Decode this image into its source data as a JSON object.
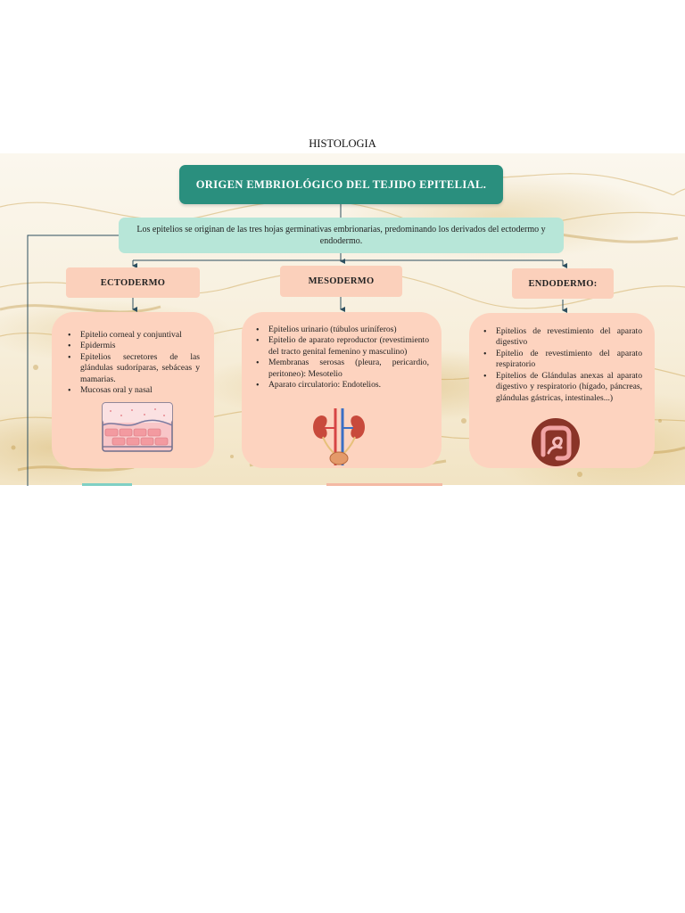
{
  "page_title": "HISTOLOGIA",
  "main_title": "ORIGEN EMBRIOLÓGICO DEL TEJIDO EPITELIAL.",
  "intro_text": "Los epitelios se originan de las tres hojas germinativas embrionarias, predominando los derivados del ectodermo y endodermo.",
  "branches": [
    {
      "label": "ECTODERMO",
      "items": [
        "Epitelio corneal y conjuntival",
        "Epidermis",
        "Epitelios secretores de las glándulas sudoríparas, sebáceas y mamarias.",
        "Mucosas oral y nasal"
      ],
      "illustration": "skin-tissue-icon"
    },
    {
      "label": "MESODERMO",
      "items": [
        "Epitelios urinario (túbulos uriníferos)",
        "Epitelio de aparato reproductor (revestimiento del tracto genital femenino y masculino)",
        "Membranas serosas (pleura, pericardio, peritoneo): Mesotelio",
        "Aparato circulatorio: Endotelios."
      ],
      "illustration": "kidneys-icon"
    },
    {
      "label": "ENDODERMO:",
      "items": [
        "Epitelios de revestimiento del aparato digestivo",
        "Epitelio de revestimiento del aparato respiratorio",
        "Epitelios de Glándulas anexas al aparato digestivo y respiratorio (hígado, páncreas, glándulas gástricas, intestinales...)"
      ],
      "illustration": "intestine-icon"
    }
  ],
  "colors": {
    "title_bg": "#2a8f7e",
    "intro_bg": "#b7e6d8",
    "label_bg": "#fbd0bb",
    "content_bg": "#fdd3bf",
    "connector": "#2d4f5f"
  }
}
